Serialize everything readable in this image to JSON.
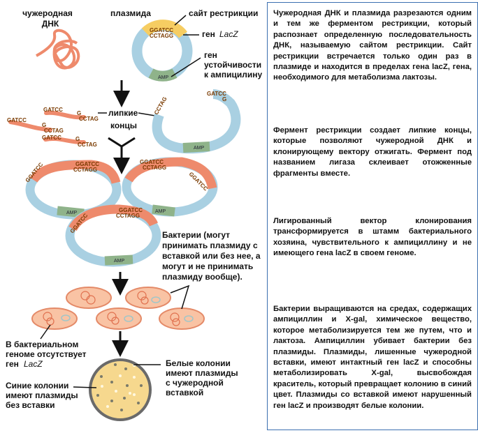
{
  "labels": {
    "foreign_dna_1": "чужеродная",
    "foreign_dna_2": "ДНК",
    "plasmid": "плазмида",
    "restriction_site": "сайт рестрикции",
    "gene": "ген",
    "lacz": "LacZ",
    "resistance_1": "ген",
    "resistance_2": "устойчивости",
    "resistance_3": "к ампицилину",
    "sticky_1": "липкие",
    "sticky_2": "концы",
    "bacteria_1": "Бактерии (могут",
    "bacteria_2": "принимать плазмиду с",
    "bacteria_3": "вставкой или без нее, а",
    "bacteria_4": "могут и не принимать",
    "bacteria_5": "плазмиду вообще).",
    "genome_1": "В бактериальном",
    "genome_2": "геноме отсутствует",
    "genome_3": "ген",
    "white_1": "Белые колонии",
    "white_2": "имеют плазмиды",
    "white_3": "с чужеродной",
    "white_4": "вставкой",
    "blue_1": "Синие колонии",
    "blue_2": "имеют плазмиды",
    "blue_3": "без вставки",
    "seq_top": "GGATCC",
    "seq_bottom": "CCTAGG",
    "gatcc": "GATCC",
    "g": "G",
    "cctag": "CCTAG",
    "amp": "AMP"
  },
  "paragraphs": [
    "Чужеродная ДНК и плазмида разрезаются одним и тем же ферментом рестрикции, который распознает определенную последовательность ДНК, называемую сайтом рестрикции. Сайт рестрикции встречается только один раз в плазмиде и находится в пределах гена lacZ, гена, необходимого для метаболизма лактозы.",
    "Фермент рестрикции создает липкие концы, которые позволяют чужеродной ДНК и клонирующему вектору отжигать. Фермент под названием лигаза склеивает отожженные фрагменты вместе.",
    "Лигированный вектор клонирования трансформируется в штамм бактериального хозяина, чувствительного к ампициллину и не имеющего гена lacZ в своем геноме.",
    "Бактерии выращиваются на средах, содержащих ампициллин и X-gal, химическое вещество, которое метаболизируется тем же путем, что и лактоза. Ампициллин убивает бактерии без плазмиды. Плазмиды, лишенные чужеродной вставки, имеют интактный ген lacZ и способны метаболизировать X-gal, высвобождая краситель, который превращает колонию в синий цвет. Плазмиды со вставкой имеют нарушенный ген lacZ и производят белые колонии."
  ],
  "colors": {
    "plasmid": "#a9d0e2",
    "insert": "#ee8a6c",
    "site": "#f6cd62",
    "amp": "#8fb38a",
    "agar": "#f6d88e"
  }
}
